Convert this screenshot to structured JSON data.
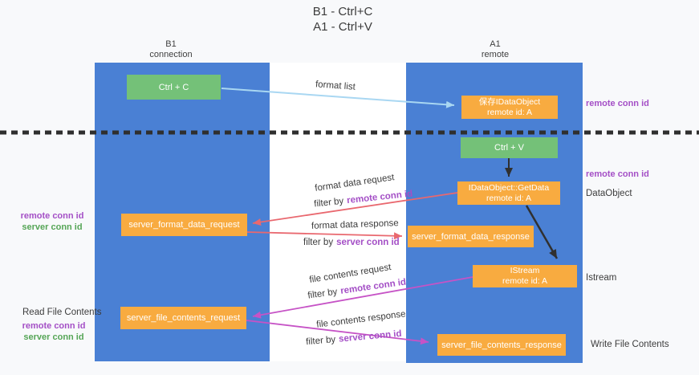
{
  "title": {
    "line1": "B1 - Ctrl+C",
    "line2": "A1 - Ctrl+V"
  },
  "columns": {
    "left": {
      "name": "B1",
      "role": "connection"
    },
    "right": {
      "name": "A1",
      "role": "remote"
    }
  },
  "nodes": {
    "ctrl_c": {
      "label": "Ctrl + C"
    },
    "ctrl_v": {
      "label": "Ctrl + V"
    },
    "save_dataobject": {
      "line1": "保存IDataObject",
      "line2": "remote id: A"
    },
    "getdata": {
      "line1": "IDataObject::GetData",
      "line2": "remote id: A"
    },
    "istream": {
      "line1": "IStream",
      "line2": "remote id: A"
    },
    "format_request": {
      "label": "server_format_data_request"
    },
    "format_response": {
      "label": "server_format_data_response"
    },
    "file_request": {
      "label": "server_file_contents_request"
    },
    "file_response": {
      "label": "server_file_contents_response"
    }
  },
  "arrows": {
    "format_list": {
      "label": "format list"
    },
    "format_data_request": {
      "label": "format data request",
      "filter_prefix": "filter by",
      "filter_key": "remote conn id"
    },
    "format_data_response": {
      "label": "format data response",
      "filter_prefix": "filter by",
      "filter_key": "server conn id"
    },
    "file_contents_request": {
      "label": "file contents request",
      "filter_prefix": "filter by",
      "filter_key": "remote conn id"
    },
    "file_contents_response": {
      "label": "file contents response",
      "filter_prefix": "filter by",
      "filter_key": "server conn id"
    }
  },
  "side_labels": {
    "right_top_remote_conn_id": "remote conn id",
    "right_mid_remote_conn_id": "remote conn id",
    "dataobject": "DataObject",
    "istream": "Istream",
    "write_file_contents": "Write File Contents",
    "left_remote_conn_id": "remote conn id",
    "left_server_conn_id": "server conn id",
    "read_file_contents": "Read File Contents",
    "left2_remote_conn_id": "remote conn id",
    "left2_server_conn_id": "server conn id"
  },
  "colors": {
    "column_blue": "#4a80d4",
    "box_orange": "#f8ab40",
    "box_green": "#74c178",
    "purple_text": "#a44fc6",
    "green_text": "#55a556",
    "red_arrow": "#e9686f",
    "magenta_arrow": "#c653c6",
    "light_blue_arrow": "#a9d7f2",
    "black_arrow": "#303030"
  }
}
